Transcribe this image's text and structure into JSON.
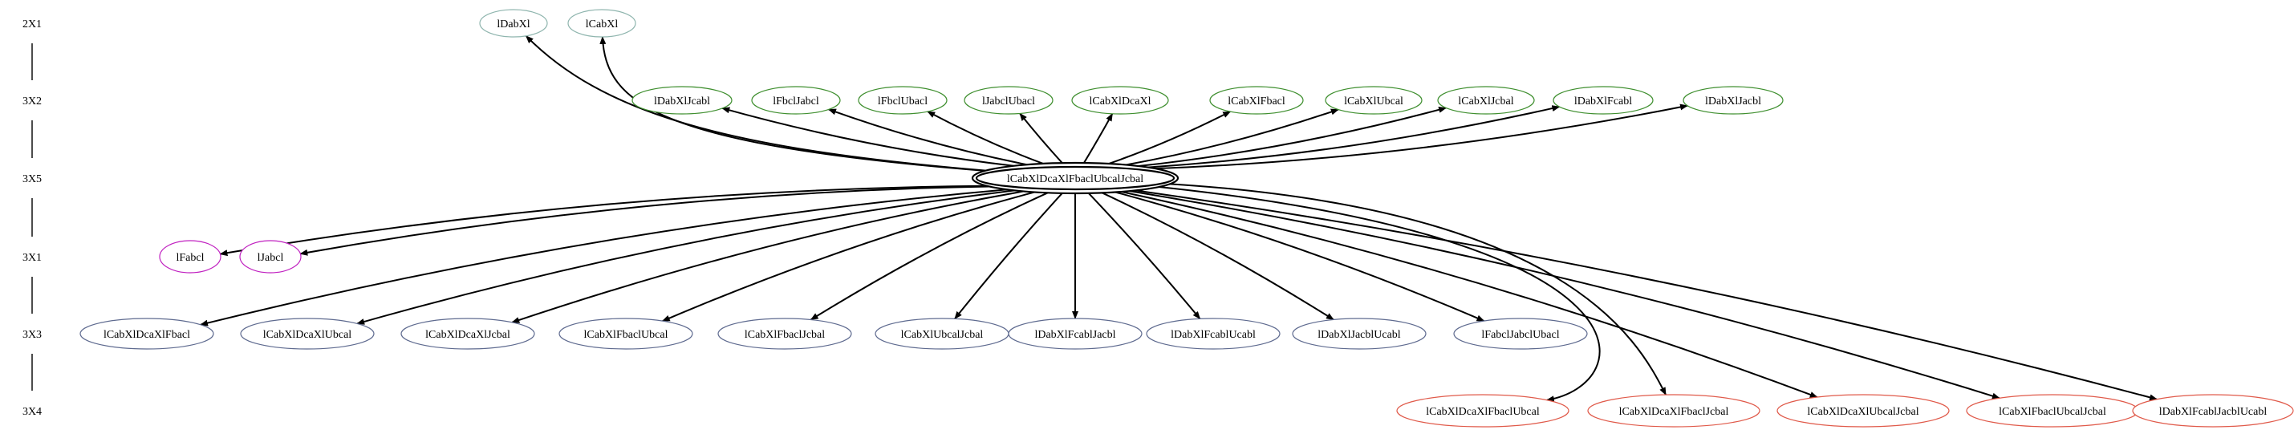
{
  "colors": {
    "rank_2X1": "#8fb5ae",
    "rank_3X2": "#3f8f2f",
    "rank_3X5": "#000000",
    "rank_3X1": "#c020c0",
    "rank_3X3": "#5e6a8f",
    "rank_3X4": "#e05a4a",
    "edge": "#000000"
  },
  "ranks": [
    "2X1",
    "3X2",
    "3X5",
    "3X1",
    "3X3",
    "3X4"
  ],
  "hub": {
    "id": "hub",
    "label": "lCabXlDcaXlFbaclUbcalJcbal",
    "rank": "3X5"
  },
  "nodes": [
    {
      "id": "n_2x1_a",
      "label": "lDabXl",
      "rank": "2X1"
    },
    {
      "id": "n_2x1_b",
      "label": "lCabXl",
      "rank": "2X1"
    },
    {
      "id": "n_3x2_1",
      "label": "lDabXlJcabl",
      "rank": "3X2"
    },
    {
      "id": "n_3x2_2",
      "label": "lFbclJabcl",
      "rank": "3X2"
    },
    {
      "id": "n_3x2_3",
      "label": "lFbclUbacl",
      "rank": "3X2"
    },
    {
      "id": "n_3x2_4",
      "label": "lJabclUbacl",
      "rank": "3X2"
    },
    {
      "id": "n_3x2_5",
      "label": "lCabXlDcaXl",
      "rank": "3X2"
    },
    {
      "id": "n_3x2_6",
      "label": "lCabXlFbacl",
      "rank": "3X2"
    },
    {
      "id": "n_3x2_7",
      "label": "lCabXlUbcal",
      "rank": "3X2"
    },
    {
      "id": "n_3x2_8",
      "label": "lCabXlJcbal",
      "rank": "3X2"
    },
    {
      "id": "n_3x2_9",
      "label": "lDabXlFcabl",
      "rank": "3X2"
    },
    {
      "id": "n_3x2_10",
      "label": "lDabXlJacbl",
      "rank": "3X2"
    },
    {
      "id": "n_3x1_1",
      "label": "lFabcl",
      "rank": "3X1"
    },
    {
      "id": "n_3x1_2",
      "label": "lJabcl",
      "rank": "3X1"
    },
    {
      "id": "n_3x3_1",
      "label": "lCabXlDcaXlFbacl",
      "rank": "3X3"
    },
    {
      "id": "n_3x3_2",
      "label": "lCabXlDcaXlUbcal",
      "rank": "3X3"
    },
    {
      "id": "n_3x3_3",
      "label": "lCabXlDcaXlJcbal",
      "rank": "3X3"
    },
    {
      "id": "n_3x3_4",
      "label": "lCabXlFbaclUbcal",
      "rank": "3X3"
    },
    {
      "id": "n_3x3_5",
      "label": "lCabXlFbaclJcbal",
      "rank": "3X3"
    },
    {
      "id": "n_3x3_6",
      "label": "lCabXlUbcalJcbal",
      "rank": "3X3"
    },
    {
      "id": "n_3x3_7",
      "label": "lDabXlFcablJacbl",
      "rank": "3X3"
    },
    {
      "id": "n_3x3_8",
      "label": "lDabXlFcablUcabl",
      "rank": "3X3"
    },
    {
      "id": "n_3x3_9",
      "label": "lDabXlJacblUcabl",
      "rank": "3X3"
    },
    {
      "id": "n_3x3_10",
      "label": "lFabclJabclUbacl",
      "rank": "3X3"
    },
    {
      "id": "n_3x4_1",
      "label": "lCabXlDcaXlFbaclUbcal",
      "rank": "3X4"
    },
    {
      "id": "n_3x4_2",
      "label": "lCabXlDcaXlFbaclJcbal",
      "rank": "3X4"
    },
    {
      "id": "n_3x4_3",
      "label": "lCabXlDcaXlUbcalJcbal",
      "rank": "3X4"
    },
    {
      "id": "n_3x4_4",
      "label": "lCabXlFbaclUbcalJcbal",
      "rank": "3X4"
    },
    {
      "id": "n_3x4_5",
      "label": "lDabXlFcablJacblUcabl",
      "rank": "3X4"
    }
  ],
  "edges": [
    [
      "hub",
      "n_2x1_a"
    ],
    [
      "hub",
      "n_2x1_b"
    ],
    [
      "hub",
      "n_3x2_1"
    ],
    [
      "hub",
      "n_3x2_2"
    ],
    [
      "hub",
      "n_3x2_3"
    ],
    [
      "hub",
      "n_3x2_4"
    ],
    [
      "hub",
      "n_3x2_5"
    ],
    [
      "hub",
      "n_3x2_6"
    ],
    [
      "hub",
      "n_3x2_7"
    ],
    [
      "hub",
      "n_3x2_8"
    ],
    [
      "hub",
      "n_3x2_9"
    ],
    [
      "hub",
      "n_3x2_10"
    ],
    [
      "hub",
      "n_3x1_1"
    ],
    [
      "hub",
      "n_3x1_2"
    ],
    [
      "hub",
      "n_3x3_1"
    ],
    [
      "hub",
      "n_3x3_2"
    ],
    [
      "hub",
      "n_3x3_3"
    ],
    [
      "hub",
      "n_3x3_4"
    ],
    [
      "hub",
      "n_3x3_5"
    ],
    [
      "hub",
      "n_3x3_6"
    ],
    [
      "hub",
      "n_3x3_7"
    ],
    [
      "hub",
      "n_3x3_8"
    ],
    [
      "hub",
      "n_3x3_9"
    ],
    [
      "hub",
      "n_3x3_10"
    ],
    [
      "hub",
      "n_3x4_1"
    ],
    [
      "hub",
      "n_3x4_2"
    ],
    [
      "hub",
      "n_3x4_3"
    ],
    [
      "hub",
      "n_3x4_4"
    ],
    [
      "hub",
      "n_3x4_5"
    ]
  ]
}
